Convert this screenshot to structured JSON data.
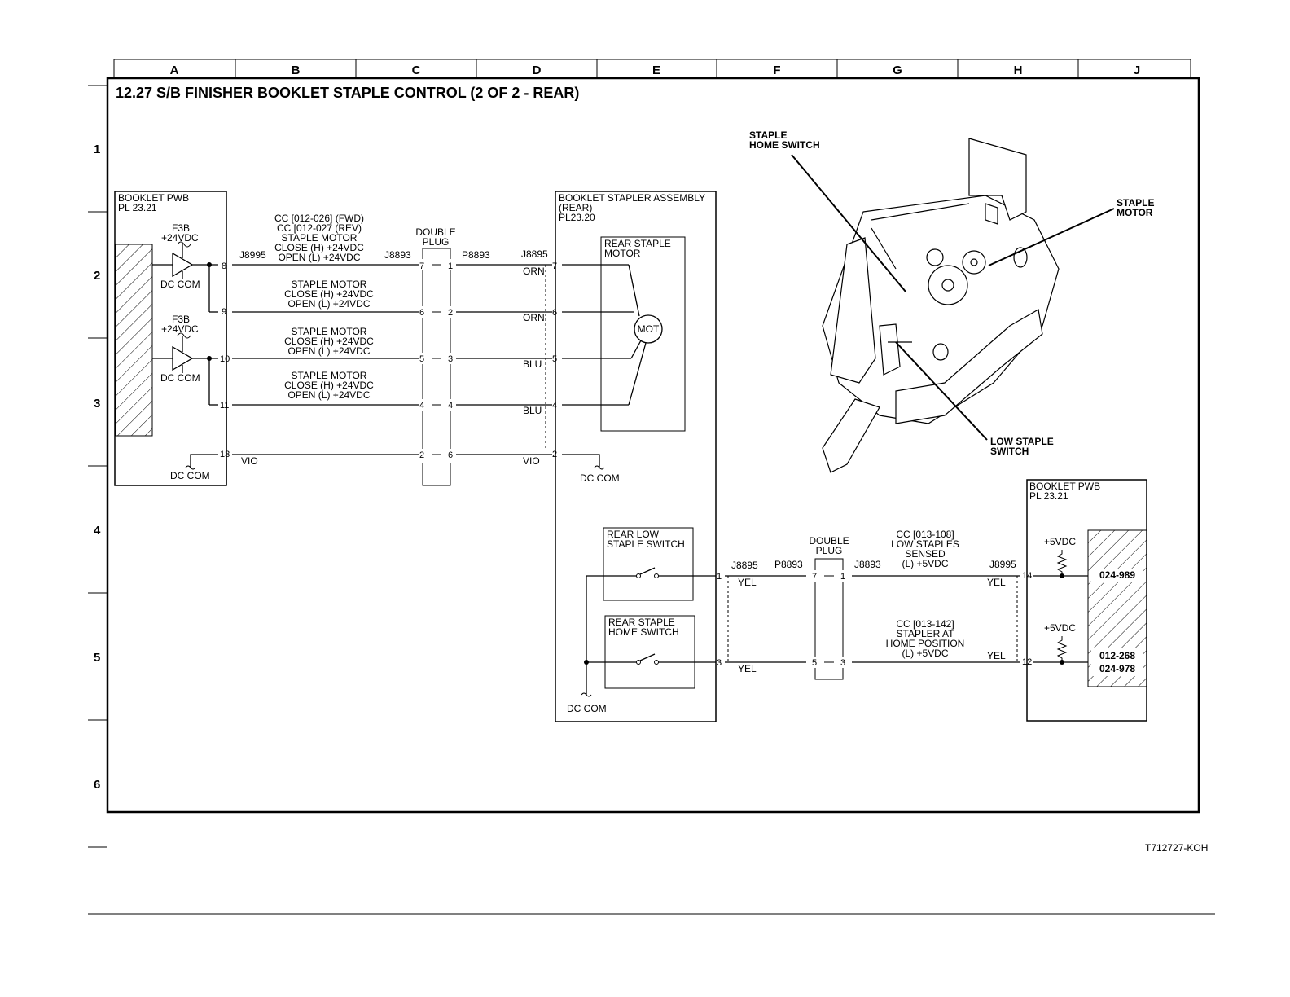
{
  "grid": {
    "columns": [
      "A",
      "B",
      "C",
      "D",
      "E",
      "F",
      "G",
      "H",
      "J"
    ],
    "rows": [
      "1",
      "2",
      "3",
      "4",
      "5",
      "6"
    ]
  },
  "title": "12.27 S/B FINISHER BOOKLET STAPLE CONTROL (2 OF 2 - REAR)",
  "left_pwb": {
    "name": "BOOKLET PWB",
    "pl": "PL 23.21",
    "fuse_1": "F3B",
    "fuse_1_voltage": "+24VDC",
    "dc_com_1": "DC COM",
    "fuse_2": "F3B",
    "fuse_2_voltage": "+24VDC",
    "dc_com_2": "DC COM",
    "dc_com_3": "DC COM",
    "pins": [
      "8",
      "9",
      "10",
      "11",
      "13"
    ],
    "connector": "J8995"
  },
  "signals": {
    "s1_line1": "CC [012-026] (FWD)",
    "s1_line2": "CC [012-027 (REV)",
    "s1_line3": "STAPLE MOTOR",
    "s1_line4": "CLOSE (H) +24VDC",
    "s1_line5": "OPEN (L) +24VDC",
    "s2_line1": "STAPLE MOTOR",
    "s2_line2": "CLOSE (H) +24VDC",
    "s2_line3": "OPEN (L) +24VDC",
    "s3_line1": "STAPLE MOTOR",
    "s3_line2": "CLOSE (H) +24VDC",
    "s3_line3": "OPEN (L) +24VDC",
    "s4_line1": "STAPLE MOTOR",
    "s4_line2": "CLOSE (H) +24VDC",
    "s4_line3": "OPEN (L) +24VDC",
    "vio_left": "VIO",
    "vio_right": "VIO"
  },
  "plug_top": {
    "label_1": "DOUBLE",
    "label_2": "PLUG",
    "j_left": "J8893",
    "p_right": "P8893",
    "left_pins": [
      "7",
      "6",
      "5",
      "4",
      "2"
    ],
    "right_pins": [
      "1",
      "2",
      "3",
      "4",
      "6"
    ]
  },
  "stapler_assembly": {
    "name": "BOOKLET STAPLER ASSEMBLY",
    "sub": "(REAR)",
    "pl": "PL23.20",
    "connector": "J8895",
    "pins": [
      "7",
      "6",
      "5",
      "4",
      "2"
    ],
    "wire_colors": [
      "ORN",
      "ORN",
      "BLU",
      "BLU"
    ],
    "dc_com": "DC COM",
    "dc_com_bottom": "DC COM",
    "motor_box_1": "REAR STAPLE",
    "motor_box_2": "MOTOR",
    "motor_symbol": "MOT",
    "low_switch_1": "REAR LOW",
    "low_switch_2": "STAPLE SWITCH",
    "home_switch_1": "REAR STAPLE",
    "home_switch_2": "HOME SWITCH",
    "switch_pins": [
      "1",
      "3"
    ]
  },
  "plug_bottom": {
    "label_1": "DOUBLE",
    "label_2": "PLUG",
    "j_left": "J8895",
    "p_mid": "P8893",
    "j_right": "J8893",
    "left_pins": [
      "7",
      "5"
    ],
    "right_pins": [
      "1",
      "3"
    ],
    "color_left_1": "YEL",
    "color_left_2": "YEL"
  },
  "sensors": {
    "low_1": "CC [013-108]",
    "low_2": "LOW STAPLES",
    "low_3": "SENSED",
    "low_4": "(L) +5VDC",
    "home_1": "CC [013-142]",
    "home_2": "STAPLER AT",
    "home_3": "HOME POSITION",
    "home_4": "(L) +5VDC"
  },
  "right_pwb": {
    "name": "BOOKLET PWB",
    "pl": "PL 23.21",
    "connector": "J8995",
    "pins": [
      "14",
      "12"
    ],
    "colors": [
      "YEL",
      "YEL"
    ],
    "vdc_1": "+5VDC",
    "vdc_2": "+5VDC",
    "code_1": "024-989",
    "code_2": "012-268",
    "code_3": "024-978"
  },
  "illustration": {
    "callout_home_1": "STAPLE",
    "callout_home_2": "HOME SWITCH",
    "callout_motor_1": "STAPLE",
    "callout_motor_2": "MOTOR",
    "callout_low_1": "LOW STAPLE",
    "callout_low_2": "SWITCH"
  },
  "footer": {
    "figure_id": "T712727-KOH"
  }
}
